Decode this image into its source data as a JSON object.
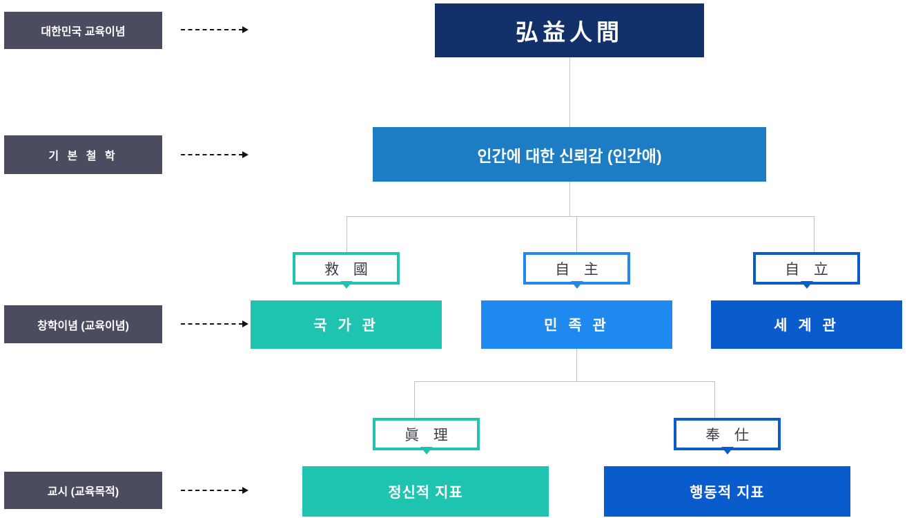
{
  "diagram": {
    "title": "Hongik Ingan educational philosophy hierarchy",
    "colors": {
      "label_bg": "#4c4c60",
      "root": "#12316b",
      "philosophy": "#1c7cc4",
      "teal": "#1ec4b0",
      "blue_mid": "#2089ef",
      "blue_dark": "#0a5ccc",
      "connector": "#bfbfbf",
      "arrow": "#111111"
    }
  },
  "row_labels": [
    {
      "id": "national-ideal",
      "text": "대한민국 교육이념"
    },
    {
      "id": "basic-philosophy",
      "text": "기 본 철 학"
    },
    {
      "id": "founding-ideal",
      "text": "창학이념 (교육이념)"
    },
    {
      "id": "school-motto",
      "text": "교시 (교육목적)"
    }
  ],
  "nodes": {
    "root": {
      "text": "弘益人間"
    },
    "philosophy": {
      "text": "인간에 대한 신뢰감 (인간애)"
    },
    "views": [
      {
        "id": "national-view",
        "text": "국 가 관",
        "tag": "救 國",
        "tag_color": "#1ec4b0"
      },
      {
        "id": "ethnic-view",
        "text": "민 족 관",
        "tag": "自 主",
        "tag_color": "#2089ef"
      },
      {
        "id": "world-view",
        "text": "세 계 관",
        "tag": "自 立",
        "tag_color": "#0a5ccc"
      }
    ],
    "indicators": [
      {
        "id": "spiritual-indicator",
        "text": "정신적 지표",
        "tag": "眞 理",
        "tag_color": "#1ec4b0"
      },
      {
        "id": "behavioral-indicator",
        "text": "행동적 지표",
        "tag": "奉 仕",
        "tag_color": "#0a5ccc"
      }
    ]
  }
}
